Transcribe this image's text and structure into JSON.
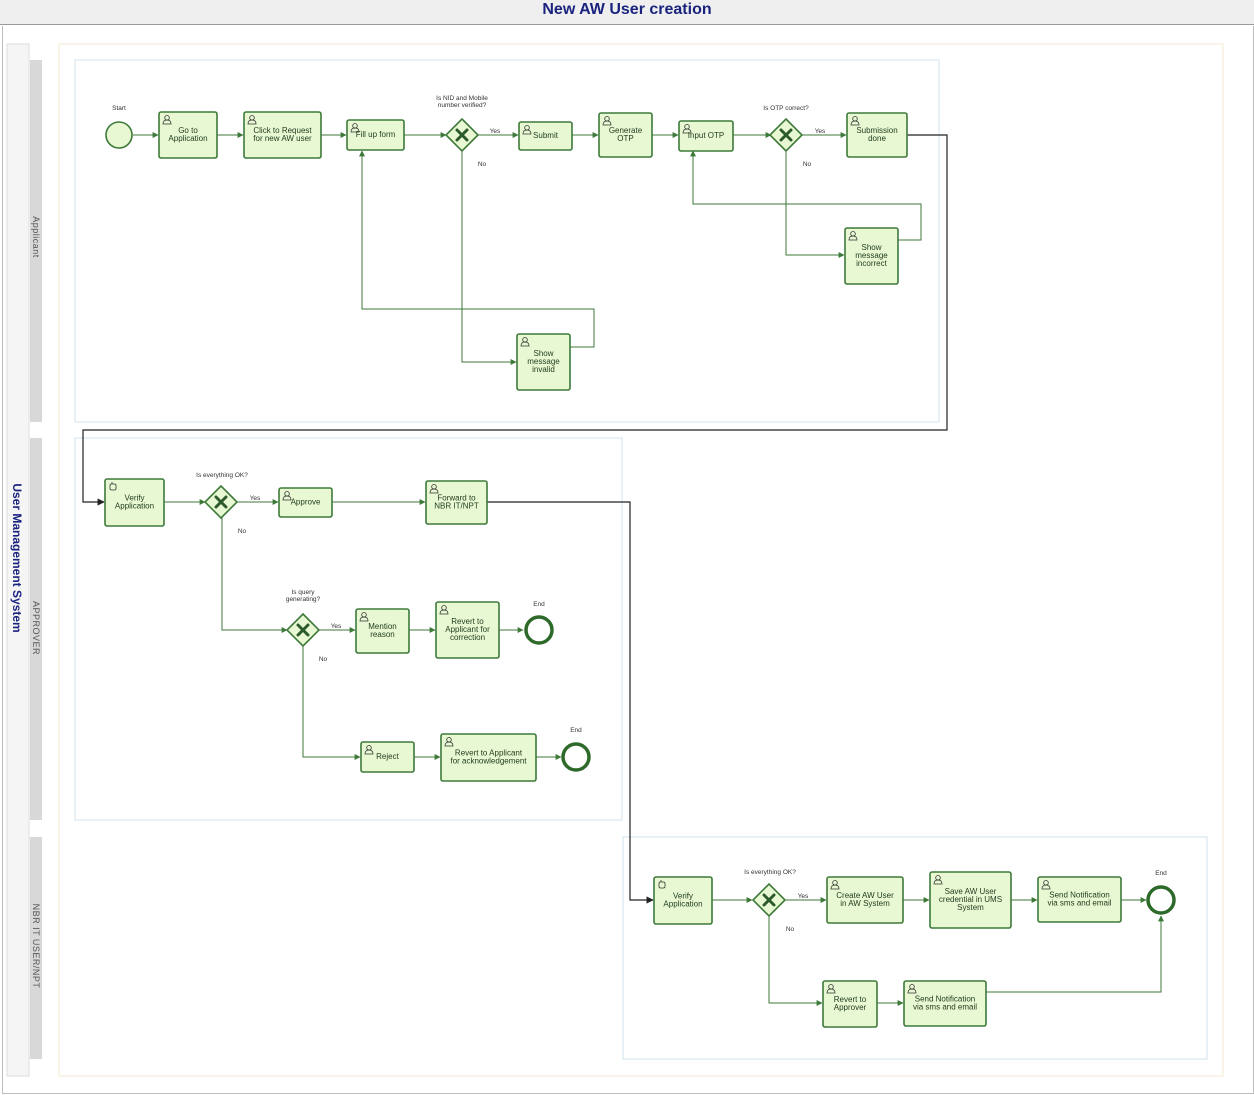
{
  "title": "New AW User creation",
  "pool": "User Management System",
  "lanes": {
    "applicant": "Applicant",
    "approver": "APPROVER",
    "nbr": "NBR IT USER/NPT"
  },
  "applicant": {
    "start": "Start",
    "go_to_app": [
      "Go to",
      "Application"
    ],
    "click_request": [
      "Click to Request",
      "for new AW user"
    ],
    "fill_form": [
      "Fill up form"
    ],
    "gw1_label": [
      "Is NID and Mobile",
      "number verified?"
    ],
    "submit": [
      "Submit"
    ],
    "generate_otp": [
      "Generate",
      "OTP"
    ],
    "input_otp": [
      "Input OTP"
    ],
    "gw2_label": [
      "Is OTP correct?"
    ],
    "submission_done": [
      "Submission",
      "done"
    ],
    "show_incorrect": [
      "Show",
      "message",
      "incorrect"
    ],
    "show_invalid": [
      "Show",
      "message",
      "invalid"
    ],
    "yes": "Yes",
    "no": "No"
  },
  "approver": {
    "verify": [
      "Verify",
      "Application"
    ],
    "gw1_label": [
      "Is everything OK?"
    ],
    "approve": [
      "Approve"
    ],
    "forward": [
      "Forward to",
      "NBR IT/NPT"
    ],
    "gw2_label": [
      "Is query",
      "generating?"
    ],
    "mention_reason": [
      "Mention",
      "reason"
    ],
    "revert_correction": [
      "Revert to",
      "Applicant for",
      "correction"
    ],
    "end": "End",
    "reject": [
      "Reject"
    ],
    "revert_ack": [
      "Revert to Applicant",
      "for acknowledgement"
    ],
    "yes": "Yes",
    "no": "No"
  },
  "nbr": {
    "verify": [
      "Verify",
      "Application"
    ],
    "gw_label": [
      "Is everything OK?"
    ],
    "create_user": [
      "Create AW User",
      "in AW System"
    ],
    "save_cred": [
      "Save AW User",
      "credential in UMS",
      "System"
    ],
    "send_notif": [
      "Send Notification",
      "via sms and email"
    ],
    "end": "End",
    "revert_approver": [
      "Revert to",
      "Approver"
    ],
    "send_notif2": [
      "Send Notification",
      "via sms and email"
    ],
    "yes": "Yes",
    "no": "No"
  }
}
